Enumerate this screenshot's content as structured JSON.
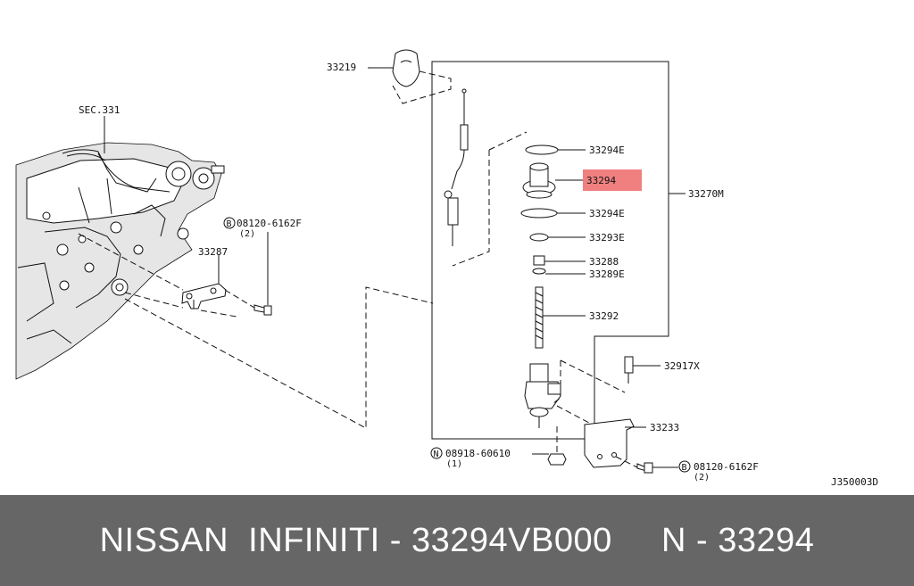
{
  "labels": {
    "sec": "SEC.331",
    "knob": "33219",
    "bracket_plate": "33287",
    "bolt_left_code": "08120-6162F",
    "bolt_left_qty": "(2)",
    "bolt_left_marker": "B",
    "lock_ring_top": "33294E",
    "bushing": "33294",
    "assembly": "33270M",
    "lock_ring_bottom": "33294E",
    "clip_33293e": "33293E",
    "part_33288": "33288",
    "clip_33289e": "33289E",
    "spring_33292": "33292",
    "pin_32917x": "32917X",
    "bracket_33233": "33233",
    "nut_code": "08918-60610",
    "nut_qty": "(1)",
    "nut_marker": "N",
    "bolt_right_code": "08120-6162F",
    "bolt_right_qty": "(2)",
    "bolt_right_marker": "B",
    "diagram_code": "J350003D"
  },
  "highlight_color": "#f08080",
  "footer": {
    "text": "NISSAN  INFINITI - 33294VB000     N - 33294"
  }
}
